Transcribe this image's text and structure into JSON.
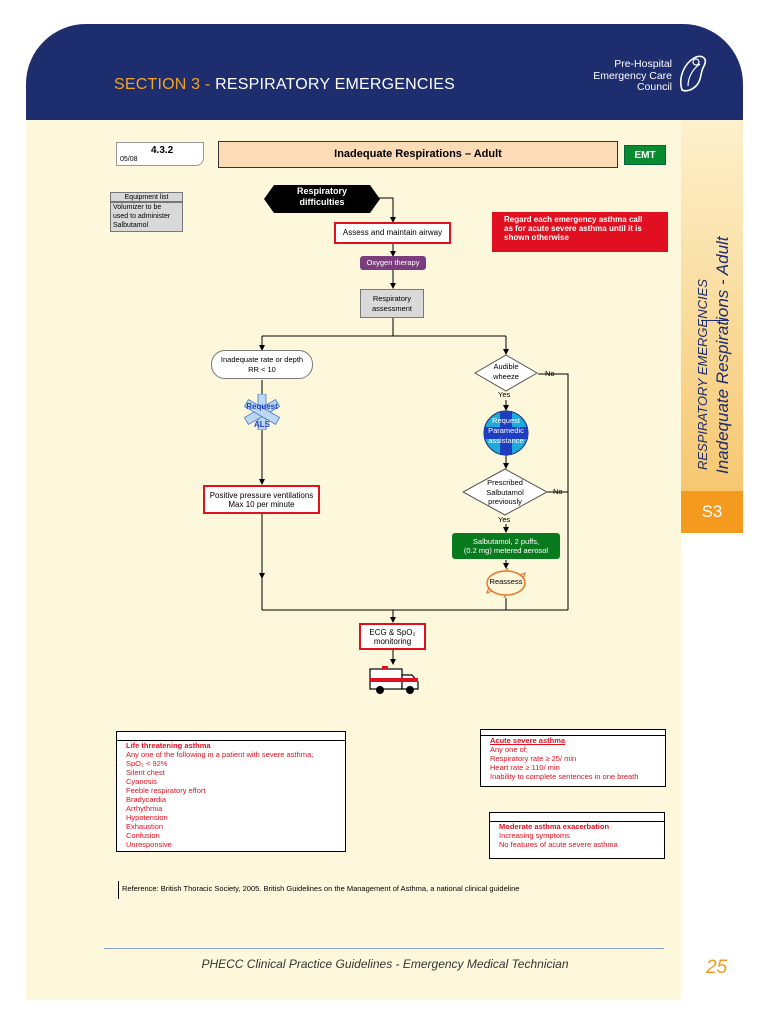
{
  "header": {
    "section_num": "SECTION 3",
    "section_dash": " - ",
    "section_title": "RESPIRATORY EMERGENCIES",
    "org_line1": "Pre-Hospital",
    "org_line2": "Emergency Care",
    "org_line3": "Council"
  },
  "sidebar": {
    "category": "RESPIRATORY EMERGENCIES",
    "topic": "Inadequate Respirations - Adult",
    "tab": "S3"
  },
  "doc": {
    "number": "4.3.2",
    "date": "05/08",
    "title": "Inadequate Respirations – Adult",
    "level": "EMT"
  },
  "equipment": {
    "label": "Equipment list",
    "text1": "Volumizer to be",
    "text2": "used to administer",
    "text3": "Salbutamol"
  },
  "notice": {
    "line1": "Regard each emergency asthma call",
    "line2": "as for acute severe asthma until it is",
    "line3": "shown otherwise"
  },
  "flow": {
    "start1": "Respiratory",
    "start2": "difficulties",
    "airway": "Assess and maintain airway",
    "oxygen": "Oxygen therapy",
    "assess1": "Respiratory",
    "assess2": "assessment",
    "inadequate1": "Inadequate rate or depth",
    "inadequate2": "RR < 10",
    "request_als1": "Request",
    "request_als2": "ALS",
    "ppv1": "Positive pressure ventilations",
    "ppv2": "Max 10 per minute",
    "wheeze1": "Audible",
    "wheeze2": "wheeze",
    "no1": "No",
    "yes1": "Yes",
    "para1": "Request",
    "para2": "Paramedic",
    "para3": "assistance",
    "presc1": "Prescribed",
    "presc2": "Salbutamol",
    "presc3": "previously",
    "no2": "No",
    "yes2": "Yes",
    "salb1": "Salbutamol, 2 puffs,",
    "salb2": "(0.2 mg) metered aerosol",
    "reassess": "Reassess",
    "ecg1": "ECG & SpO₂",
    "ecg2": "monitoring"
  },
  "life_threatening": {
    "title": "Life threatening asthma",
    "lines": [
      "Any one of the following in a patient with severe asthma;",
      "SpO₂ < 92%",
      "Silent chest",
      "Cyanosis",
      "Feeble respiratory effort",
      "Bradycardia",
      "Arrhythmia",
      "Hypotension",
      "Exhaustion",
      "Confusion",
      "Unresponsive"
    ]
  },
  "acute_severe": {
    "title": "Acute severe asthma",
    "lines": [
      "Any one of;",
      "Respiratory rate ≥ 25/ min",
      "Heart rate ≥ 110/ min",
      "Inability to complete sentences in one breath"
    ]
  },
  "moderate": {
    "title": "Moderate asthma exacerbation",
    "lines": [
      "Increasing symptoms",
      "No features of acute severe asthma"
    ]
  },
  "reference": "Reference: British Thoracic Society, 2005. British Guidelines on the Management of Asthma, a national clinical guideline",
  "footer": {
    "text": "PHECC Clinical Practice Guidelines - Emergency Medical Technician",
    "page": "25"
  },
  "colors": {
    "navy": "#1d2d6e",
    "orange": "#f39a1f",
    "red": "#e01020",
    "green": "#0a7a1e"
  }
}
